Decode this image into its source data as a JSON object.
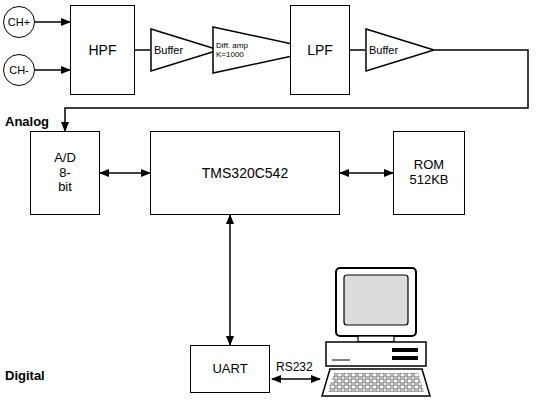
{
  "diagram": {
    "nodes": [
      {
        "text": [
          "CH+"
        ]
      },
      {
        "text": [
          "CH-"
        ]
      },
      {
        "text": [
          "HPF"
        ]
      },
      {
        "text": [
          "Buffer"
        ]
      },
      {
        "text": [
          "Diff. amp K=1000"
        ]
      },
      {
        "text": [
          "LPF"
        ]
      },
      {
        "text": [
          "Buffer"
        ]
      },
      {
        "text": [
          "A/D 8-bit"
        ]
      },
      {
        "text": [
          "TMS320C542"
        ]
      },
      {
        "text": [
          "ROM 512KB"
        ]
      },
      {
        "text": [
          "UART"
        ]
      }
    ],
    "edges": [
      {
        "from": 0,
        "to": 2,
        "arrow": "to"
      },
      {
        "from": 1,
        "to": 2,
        "arrow": "to"
      },
      {
        "from": 2,
        "to": 3,
        "arrow": "none"
      },
      {
        "from": 3,
        "to": 4,
        "arrow": "none"
      },
      {
        "from": 4,
        "to": 5,
        "arrow": "to"
      },
      {
        "from": 5,
        "to": 6,
        "arrow": "none"
      },
      {
        "from": 6,
        "to": 7,
        "arrow": "to"
      },
      {
        "from": 7,
        "to": 8,
        "arrow": "both"
      },
      {
        "from": 8,
        "to": 9,
        "arrow": "both"
      },
      {
        "from": 8,
        "to": 10,
        "arrow": "both"
      }
    ],
    "labels": [
      "Analog",
      "Digital",
      "RS232"
    ]
  }
}
